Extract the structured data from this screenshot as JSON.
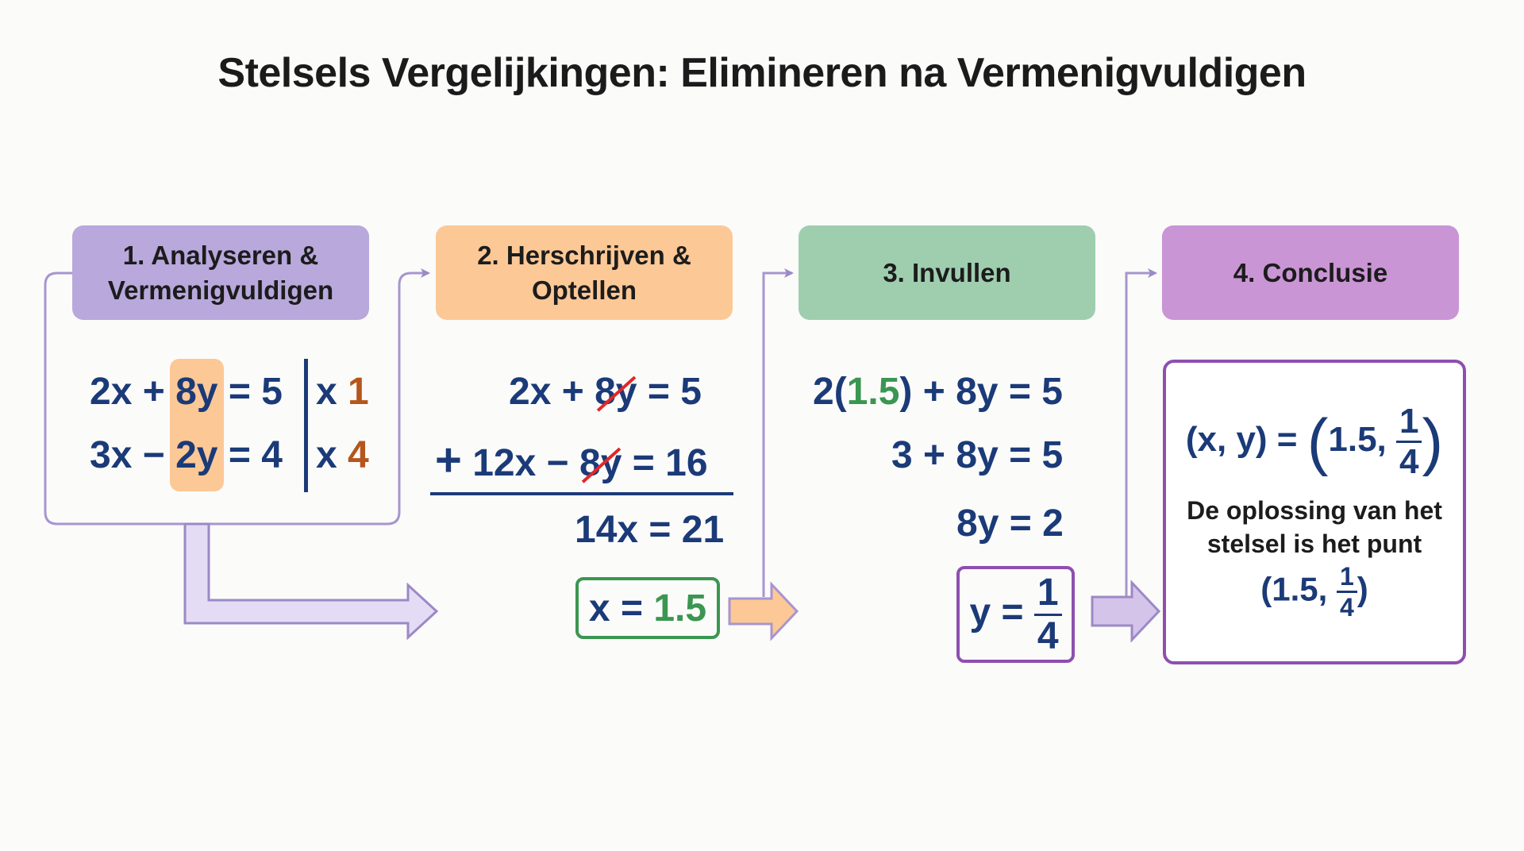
{
  "title": "Stelsels Vergelijkingen: Elimineren na Vermenigvuldigen",
  "colors": {
    "step1": "#b8a8dc",
    "step2": "#fcc896",
    "step3": "#9fceaf",
    "step4": "#c995d5",
    "equation_text": "#1b3a78",
    "multiplier": "#b5561c",
    "highlight_value": "#3a9650",
    "strike": "#e0282a",
    "connector": "#9c89c6"
  },
  "steps": [
    {
      "label_line1": "1. Analyseren &",
      "label_line2": "Vermenigvuldigen",
      "equations": [
        {
          "a": "2x",
          "op": "+",
          "b": "8y",
          "rhs": "= 5",
          "mult_prefix": "x",
          "mult": "1"
        },
        {
          "a": "3x",
          "op": "−",
          "b": "2y",
          "rhs": "= 4",
          "mult_prefix": "x",
          "mult": "4"
        }
      ]
    },
    {
      "label_line1": "2. Herschrijven &",
      "label_line2": "Optellen",
      "row1": {
        "a": "2x +",
        "crossed": "8y",
        "rhs": "= 5"
      },
      "row2": {
        "plus": "+",
        "a": "12x −",
        "crossed": "8y",
        "rhs": "= 16"
      },
      "sum": "14x = 21",
      "result": {
        "lhs": "x =",
        "value": "1.5"
      }
    },
    {
      "label": "3. Invullen",
      "row1": {
        "pre": "2(",
        "value": "1.5",
        "post": ") + 8y = 5"
      },
      "row2": "3 + 8y = 5",
      "row3": "8y = 2",
      "result": {
        "lhs": "y =",
        "num": "1",
        "den": "4"
      }
    },
    {
      "label": "4. Conclusie",
      "formula": {
        "lhs": "(x, y) =",
        "x": "1.5,",
        "num": "1",
        "den": "4"
      },
      "text_line1": "De oplossing van het",
      "text_line2": "stelsel is het punt",
      "point": {
        "x": "(1.5,",
        "num": "1",
        "den": "4",
        "close": ")"
      }
    }
  ]
}
